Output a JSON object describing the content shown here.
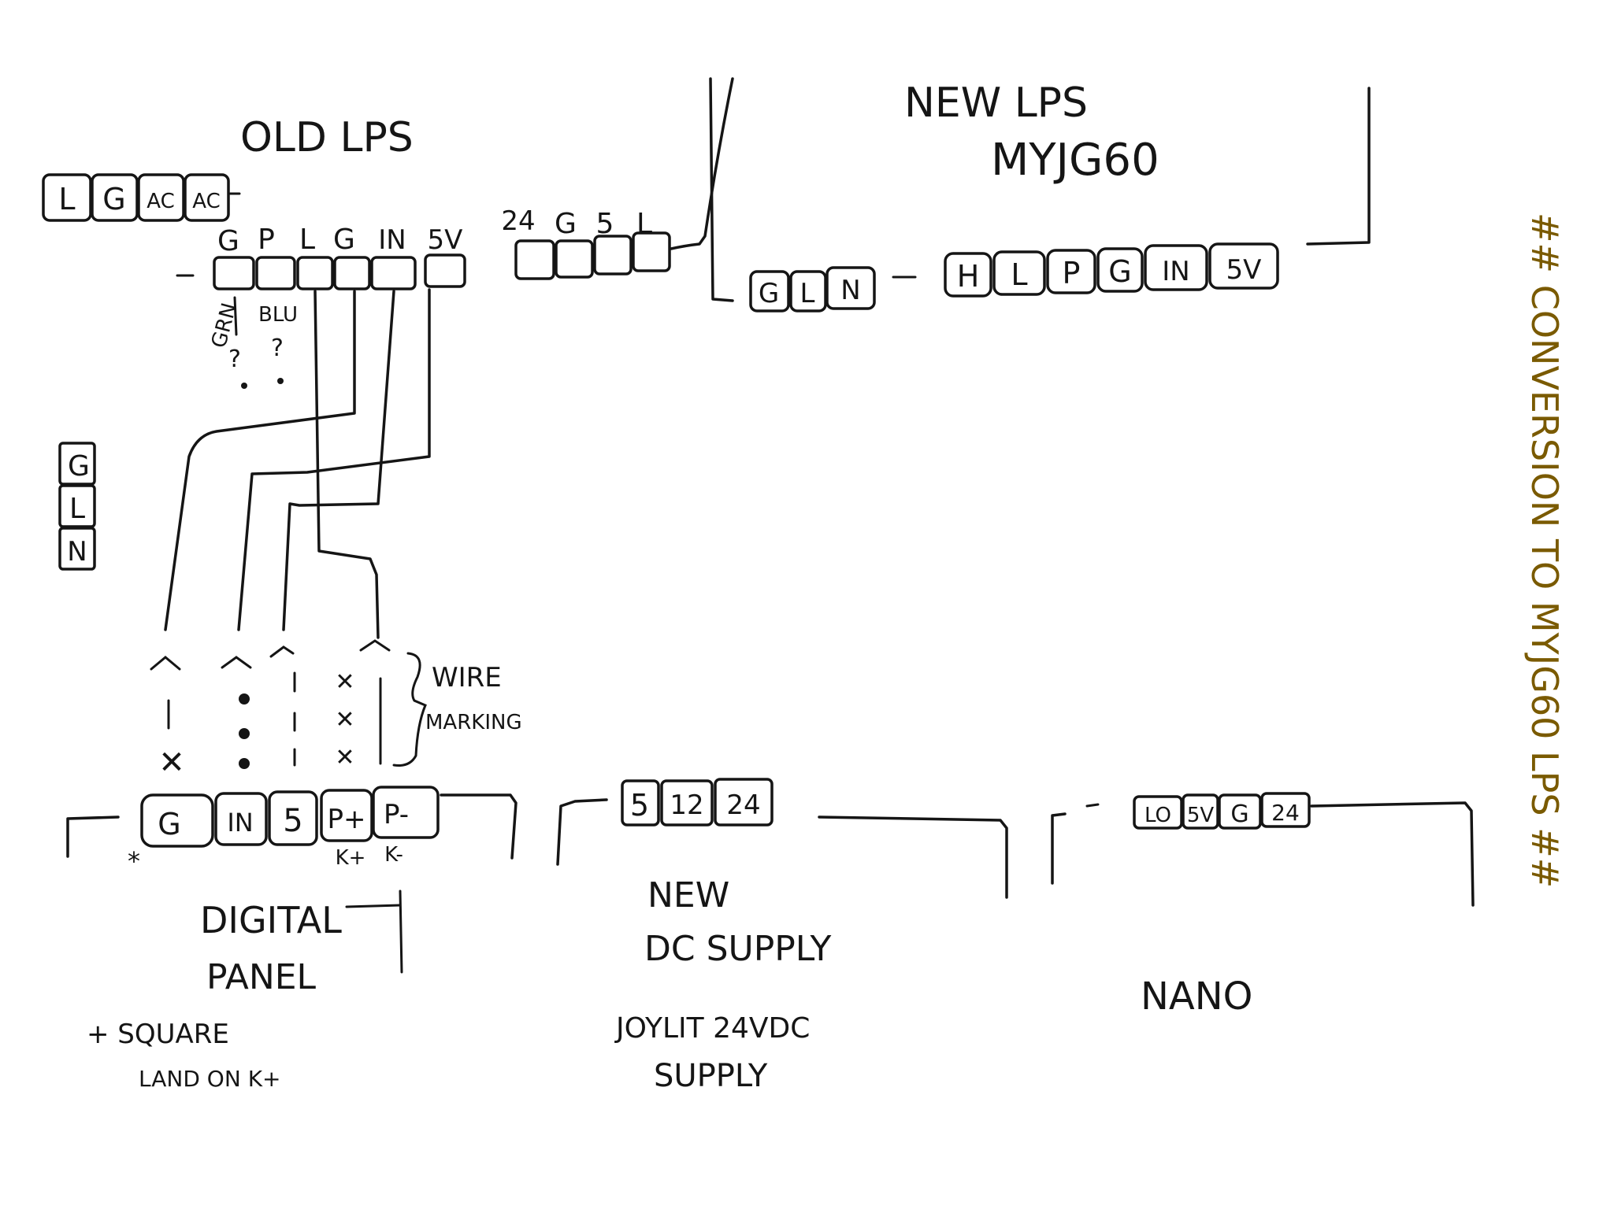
{
  "old_lps": {
    "title": "OLD LPS",
    "ac_terminals": [
      "L",
      "G",
      "AC",
      "AC"
    ],
    "pin_labels": [
      "G",
      "P",
      "L",
      "G",
      "IN",
      "5V"
    ],
    "right_labels": [
      "24",
      "G",
      "5",
      "L"
    ],
    "grn_label": "GRN",
    "blu_label": "BLU",
    "unknown_marks": [
      "?",
      "?"
    ]
  },
  "new_lps": {
    "title": "NEW LPS",
    "model": "MYJG60",
    "ac_terminals": [
      "G",
      "L",
      "N"
    ],
    "dc_terminals": [
      "H",
      "L",
      "P",
      "G",
      "IN",
      "5V"
    ]
  },
  "spare_block": [
    "G",
    "L",
    "N"
  ],
  "wire_marking": {
    "line1": "WIRE",
    "line2": "MARKING"
  },
  "digital_panel": {
    "title_line1": "DIGITAL",
    "title_line2": "PANEL",
    "terminals": [
      "G",
      "IN",
      "5",
      "P+",
      "P-"
    ],
    "sub_labels": [
      "K+",
      "K-"
    ],
    "note_line1": "+ SQUARE",
    "note_line2": "LAND ON K+"
  },
  "new_dc_supply": {
    "title_line1": "NEW",
    "title_line2": "DC SUPPLY",
    "terminals": [
      "5",
      "12",
      "24"
    ],
    "note_line1": "JOYLIT 24VDC",
    "note_line2": "SUPPLY"
  },
  "nano": {
    "title": "NANO",
    "terminals": [
      "LO",
      "5V",
      "G",
      "24"
    ]
  },
  "side_title": "## CONVERSION TO MYJG60 LPS ##",
  "colors": {
    "ink": "#151515",
    "marker_side": "#7a5a00",
    "board": "#ffffff"
  }
}
